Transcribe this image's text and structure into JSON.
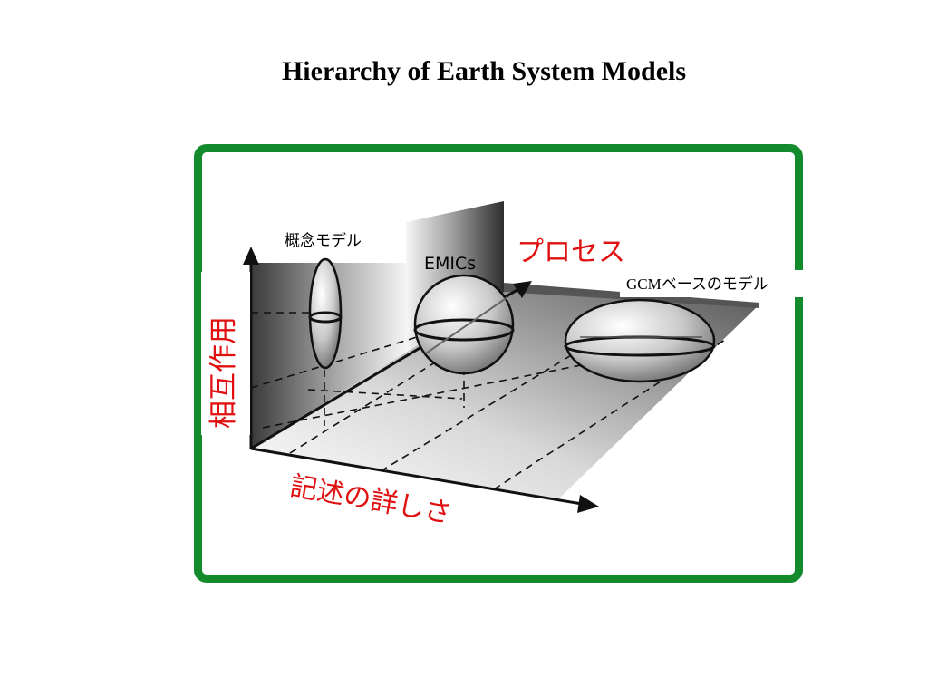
{
  "title": "Hierarchy of Earth System Models",
  "diagram": {
    "labels": {
      "conceptual": "概念モデル",
      "emics": "EMICs",
      "process": "プロセス",
      "gcm": "GCMベースのモデル",
      "detail": "記述の詳しさ",
      "interaction": "相互作用"
    }
  },
  "colors": {
    "frame": "#138a2c",
    "axis_label": "#e01010",
    "text": "#000000"
  }
}
